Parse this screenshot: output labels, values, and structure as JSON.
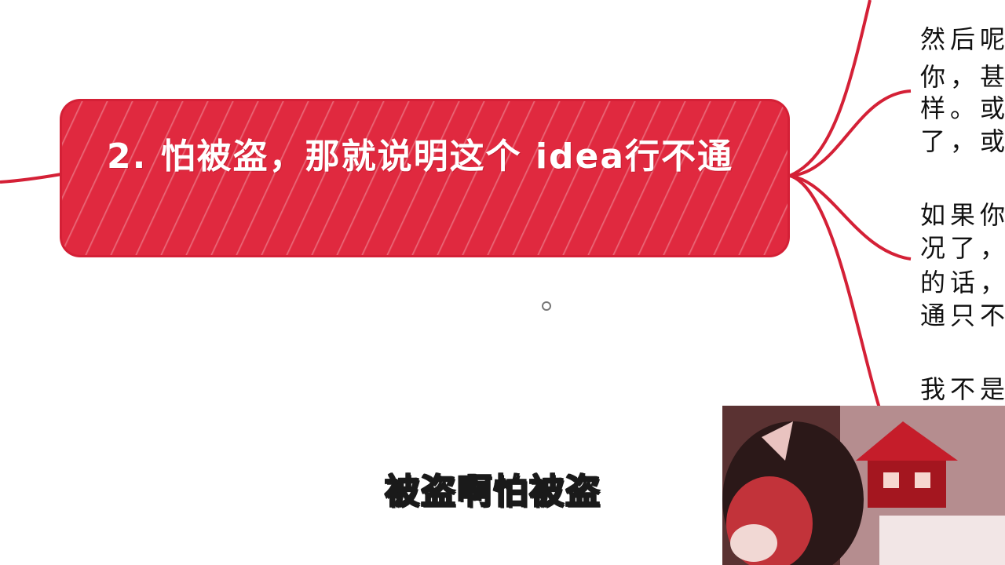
{
  "mindmap": {
    "node_title": "2. 怕被盗，那就说明这个 idea行不通",
    "node_color": "#e0293f",
    "branch_color": "#d42036",
    "notes": [
      "然后呢",
      "你，甚",
      "样。或",
      "了，或",
      "如果你",
      "况了，",
      "的话，",
      "通只不",
      "我不是"
    ]
  },
  "subtitle": {
    "text": "被盗啊怕被盗"
  },
  "video_overlay": {
    "icon": "webcam-video-thumbnail"
  }
}
